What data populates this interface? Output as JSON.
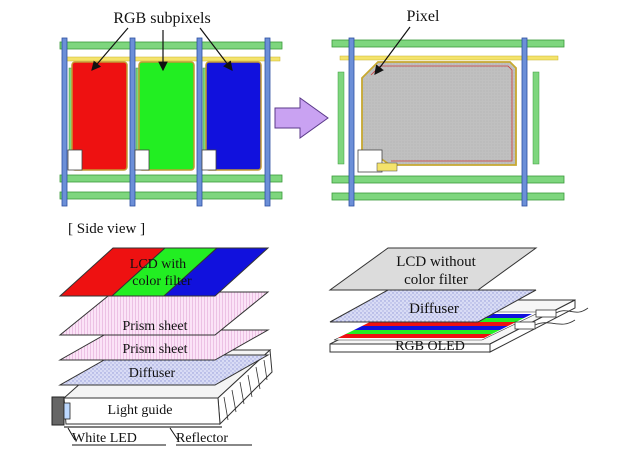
{
  "top": {
    "left_label": "RGB subpixels",
    "right_label": "Pixel",
    "colors": {
      "red": "#ee1111",
      "green": "#22ee22",
      "blue": "#1111dd",
      "gray": "#bfbfbf",
      "arrow": "#c9a2f2"
    }
  },
  "side_view_label": "[ Side view ]",
  "lcd_stack": {
    "color_filter_line1": "LCD with",
    "color_filter_line2": "color filter",
    "prism_sheet_1": "Prism sheet",
    "prism_sheet_2": "Prism sheet",
    "diffuser": "Diffuser",
    "light_guide": "Light guide",
    "white_led": "White LED",
    "reflector": "Reflector"
  },
  "oled_stack": {
    "lcd_line1": "LCD without",
    "lcd_line2": "color filter",
    "diffuser": "Diffuser",
    "rgb_oled": "RGB OLED"
  }
}
